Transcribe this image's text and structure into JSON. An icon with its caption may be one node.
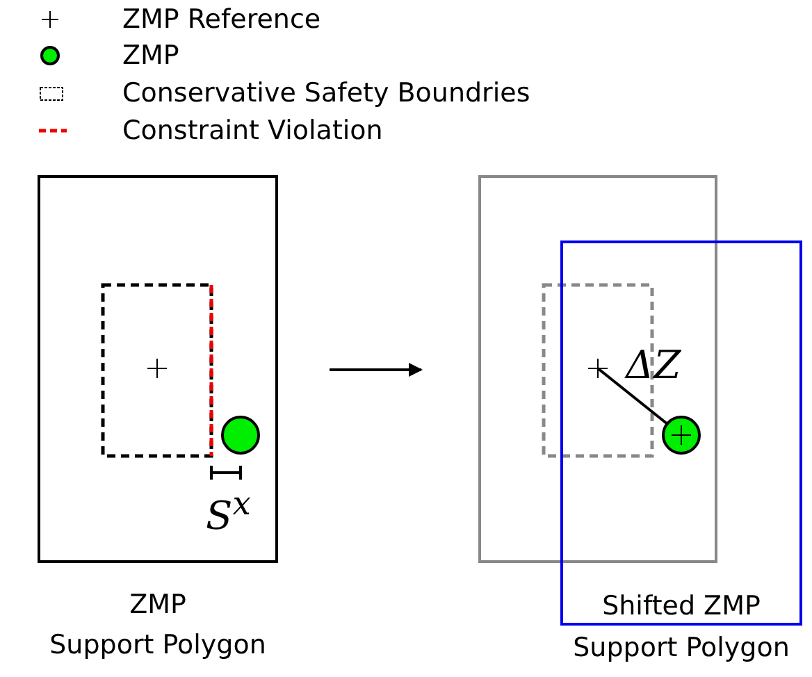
{
  "diagram": {
    "nodes": [
      {
        "text": [
          "ZMP",
          "Support Polygon"
        ]
      },
      {
        "text": [],
        "shape": "box"
      },
      {
        "text": [
          "Shifted ZMP",
          "Support Polygon"
        ]
      }
    ],
    "edges": [
      {
        "from": 0,
        "to": 1,
        "arrow": "to"
      }
    ],
    "labels": [
      "S$^{x}$",
      "ΔZ"
    ],
    "legend": [
      {
        "text": "ZMP Reference"
      },
      {
        "text": "ZMP"
      },
      {
        "text": "Conservative Safety Boundries"
      },
      {
        "text": "Constraint Violation"
      }
    ]
  }
}
